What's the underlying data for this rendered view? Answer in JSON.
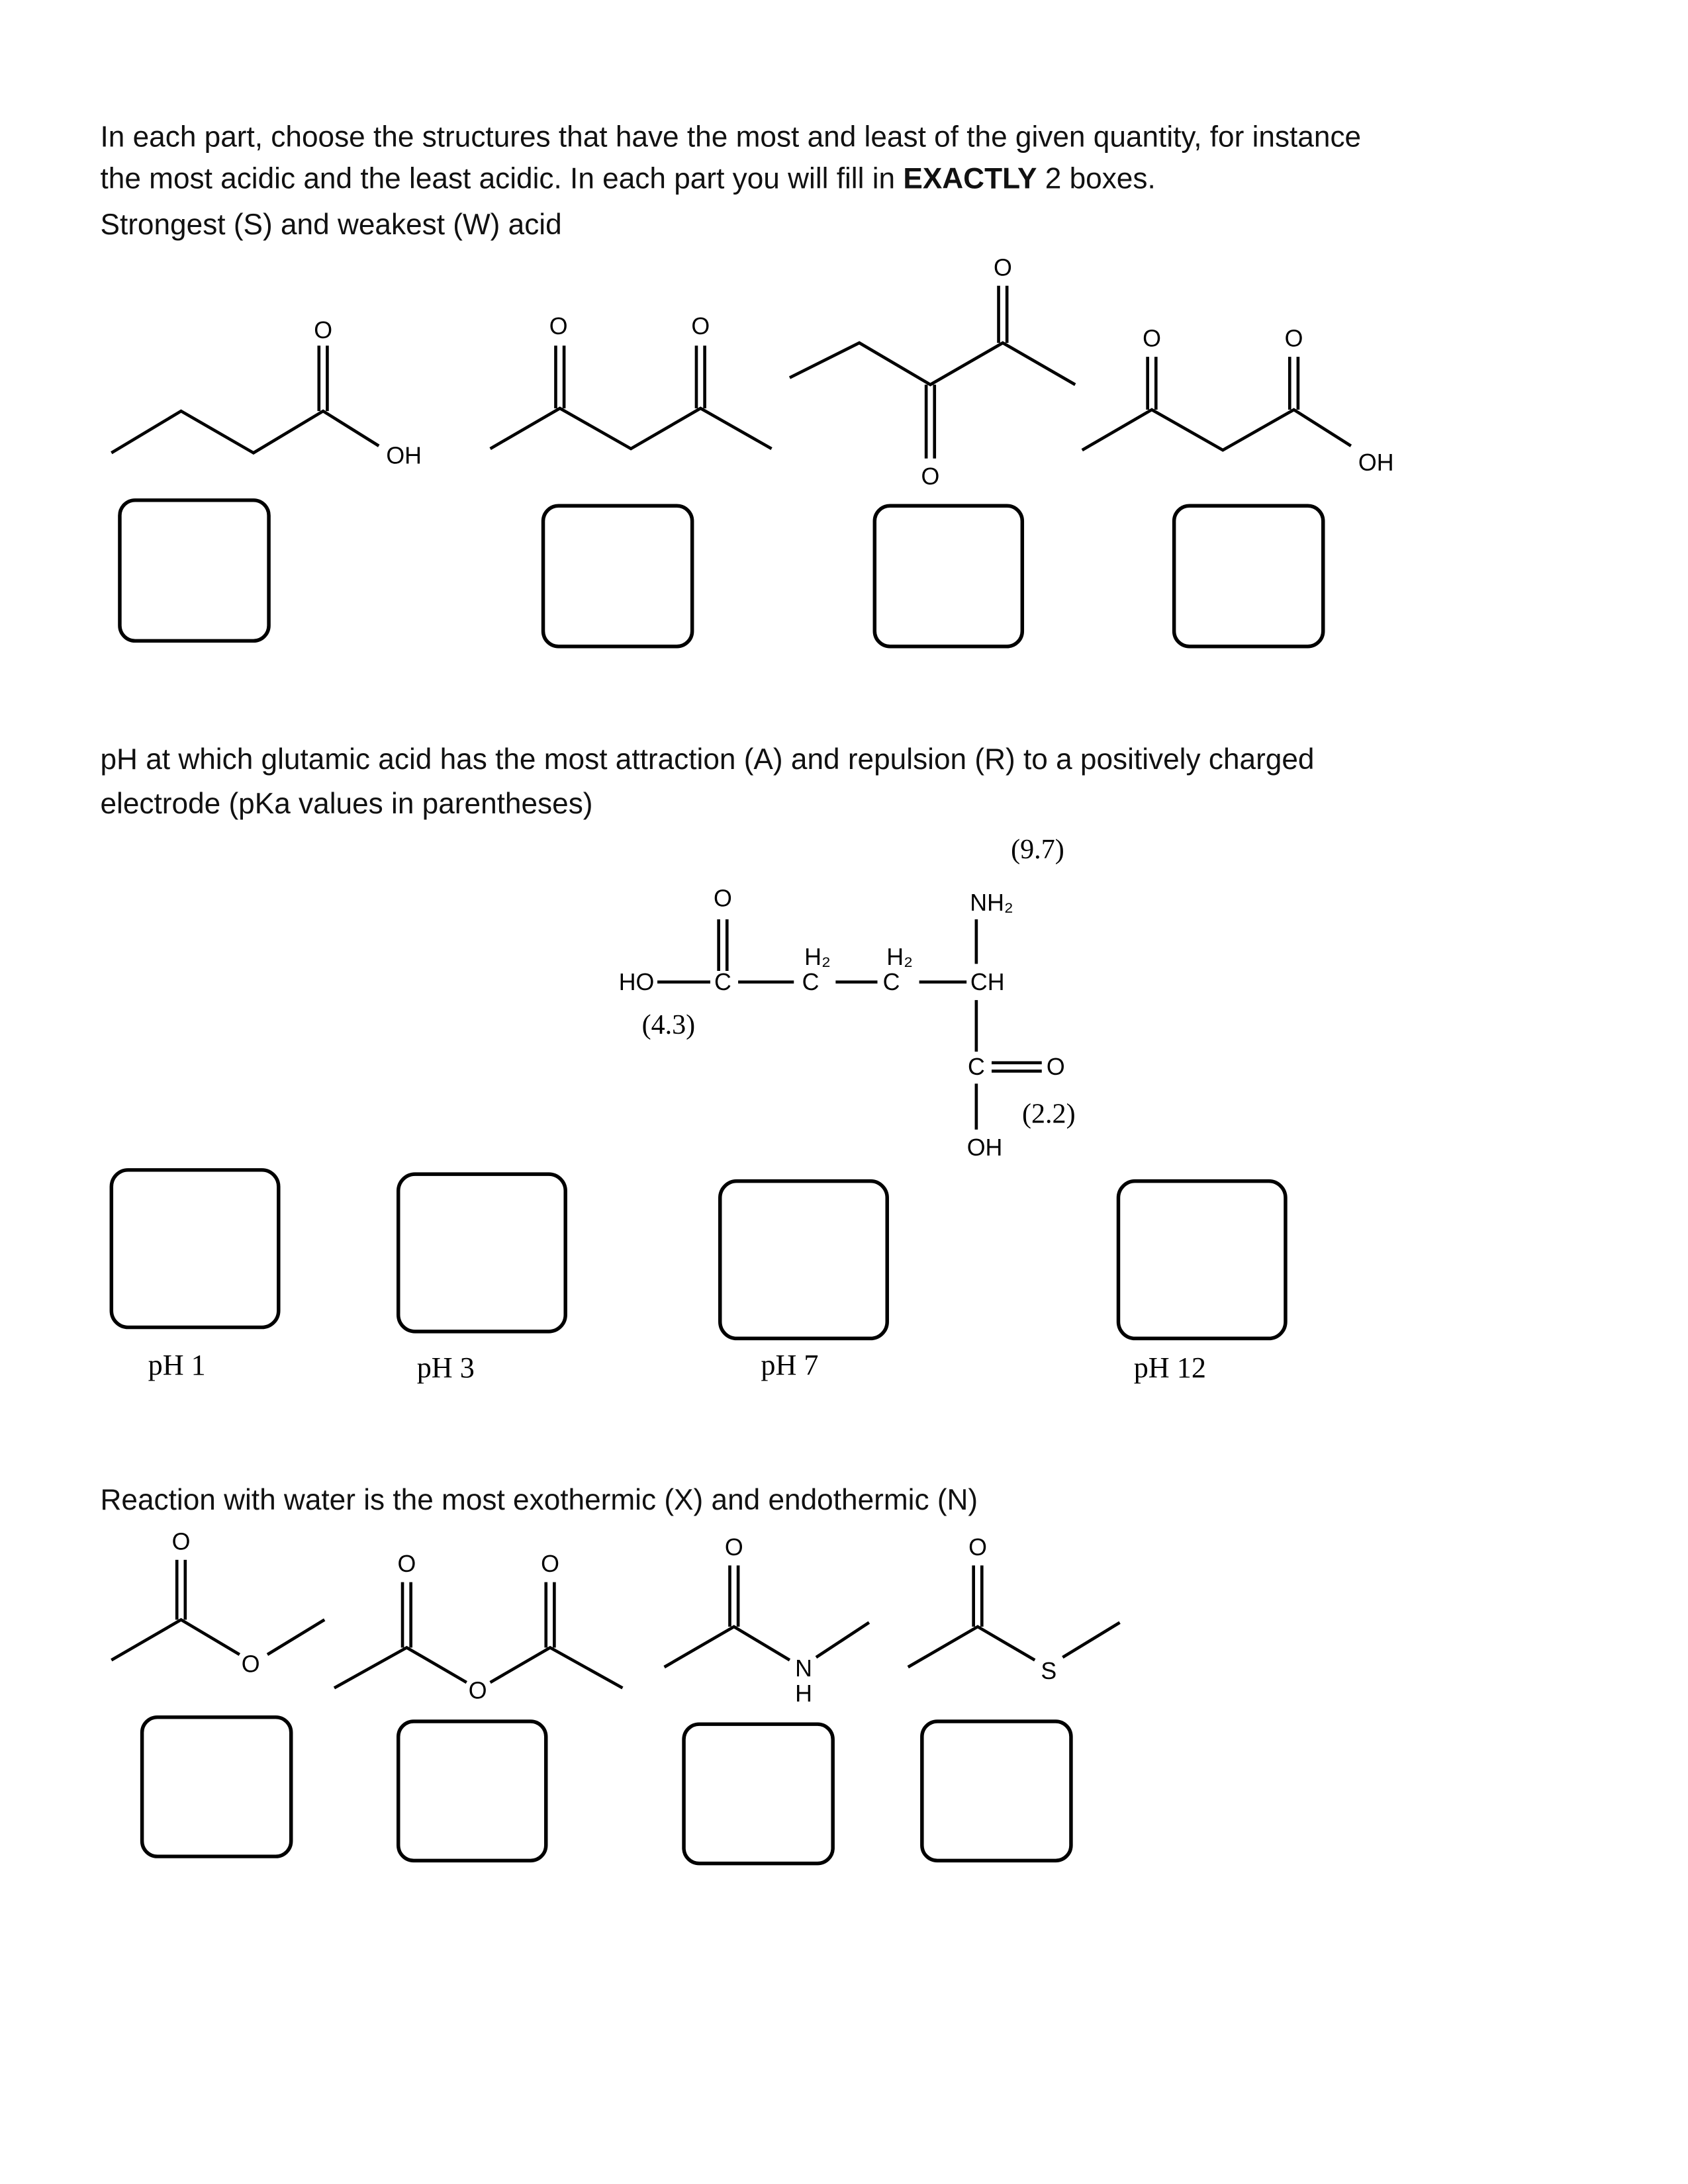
{
  "instructions": {
    "line1": "In each part, choose the structures that have the most and least of the given quantity, for instance",
    "line2_pre": "the most acidic and the least acidic. In each part you will fill in ",
    "line2_bold": "EXACTLY",
    "line2_post": " 2 boxes."
  },
  "part1": {
    "title": "Strongest (S) and weakest (W) acid",
    "atoms": {
      "O": "O",
      "OH": "OH"
    }
  },
  "part2": {
    "title_line1": "pH at which glutamic acid has the most attraction (A) and repulsion (R) to a positively charged",
    "title_line2": "electrode (pKa values in parentheses)",
    "atoms": {
      "HO": "HO",
      "C": "C",
      "O": "O",
      "H2": "H₂",
      "NH2": "NH₂",
      "CH": "CH",
      "OH": "OH"
    },
    "pka": {
      "side_chain": "(4.3)",
      "amine": "(9.7)",
      "alpha_carboxyl": "(2.2)"
    },
    "ph_labels": [
      "pH 1",
      "pH 3",
      "pH 7",
      "pH 12"
    ]
  },
  "part3": {
    "title": "Reaction with water is the most exothermic (X) and endothermic (N)",
    "atoms": {
      "O": "O",
      "N": "N",
      "H": "H",
      "S": "S"
    }
  }
}
